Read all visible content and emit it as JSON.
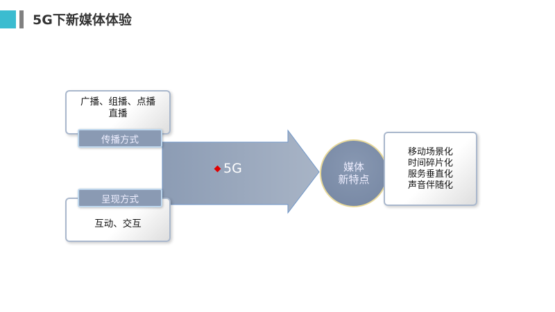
{
  "header": {
    "title": "5G下新媒体体验"
  },
  "left": {
    "top_box": {
      "lines": [
        "广播、组播、点播",
        "直播"
      ],
      "tag": "传播方式"
    },
    "bottom_box": {
      "text": "互动、交互",
      "tag": "呈现方式"
    }
  },
  "arrow": {
    "label": "5G",
    "bullet_color": "#e00000"
  },
  "circle": {
    "lines": [
      "媒体",
      "新特点"
    ]
  },
  "right_box": {
    "lines": [
      "移动场景化",
      "时间碎片化",
      "服务垂直化",
      "声音伴随化"
    ]
  }
}
